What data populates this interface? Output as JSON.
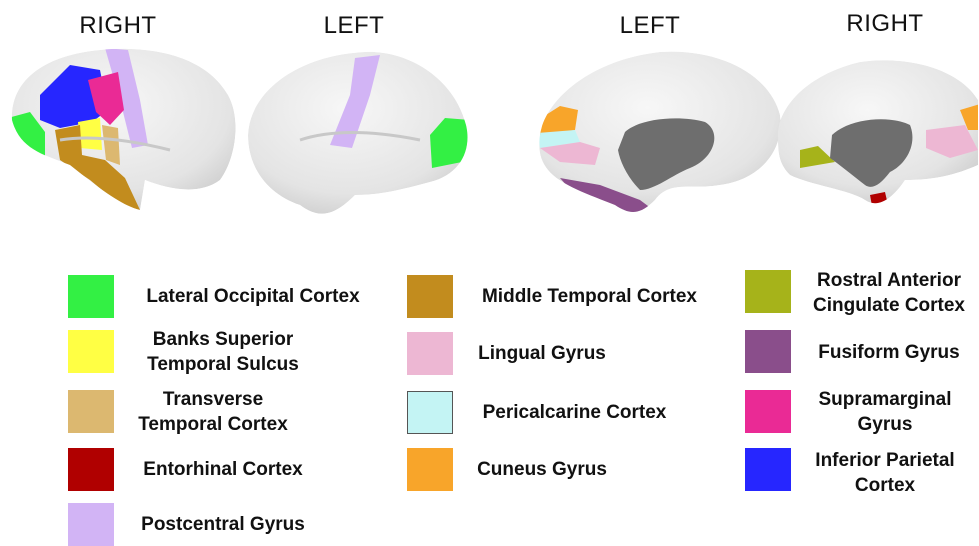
{
  "view_labels": {
    "lateral_right": "RIGHT",
    "lateral_left": "LEFT",
    "medial_left": "LEFT",
    "medial_right": "RIGHT"
  },
  "colors": {
    "surface": "#e6e6e6",
    "medial_wall": "#6e6e6e"
  },
  "legend": [
    {
      "lines": [
        "Lateral Occipital Cortex"
      ],
      "color": "#33f044"
    },
    {
      "lines": [
        "Banks Superior",
        "Temporal Sulcus"
      ],
      "color": "#ffff44"
    },
    {
      "lines": [
        "Transverse",
        "Temporal Cortex"
      ],
      "color": "#dcb870"
    },
    {
      "lines": [
        "Entorhinal Cortex"
      ],
      "color": "#b00000"
    },
    {
      "lines": [
        "Postcentral Gyrus"
      ],
      "color": "#d2b4f5"
    },
    {
      "lines": [
        "Middle Temporal Cortex"
      ],
      "color": "#c28c1e"
    },
    {
      "lines": [
        "Lingual Gyrus"
      ],
      "color": "#edb7d3"
    },
    {
      "lines": [
        "Pericalcarine Cortex"
      ],
      "color": "#c4f4f4"
    },
    {
      "lines": [
        "Cuneus Gyrus"
      ],
      "color": "#f8a52a"
    },
    {
      "lines": [
        "Rostral Anterior",
        "Cingulate Cortex"
      ],
      "color": "#a6b31a"
    },
    {
      "lines": [
        "Fusiform Gyrus"
      ],
      "color": "#8a4e8b"
    },
    {
      "lines": [
        "Supramarginal",
        "Gyrus"
      ],
      "color": "#ea2a95"
    },
    {
      "lines": [
        "Inferior Parietal",
        "Cortex"
      ],
      "color": "#2626ff"
    }
  ]
}
